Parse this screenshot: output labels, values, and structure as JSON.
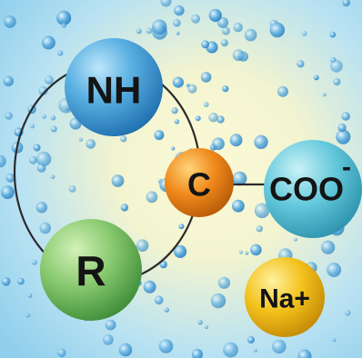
{
  "diagram": {
    "nodes": {
      "nh": {
        "label": "NH",
        "color": "#4aa3d8"
      },
      "c": {
        "label": "C",
        "color": "#f08a1c"
      },
      "r": {
        "label": "R",
        "color": "#7cc36a"
      },
      "coo": {
        "label": "COO",
        "superscript": "-",
        "color": "#5fc8d8"
      },
      "na": {
        "label": "Na+",
        "color": "#f3c21c"
      }
    },
    "colors": {
      "background_blue": "#9fd6ee",
      "background_yellow": "#fbf6c8",
      "bond_line": "#2a2a2a",
      "bubble": "#2b8fcf"
    }
  }
}
